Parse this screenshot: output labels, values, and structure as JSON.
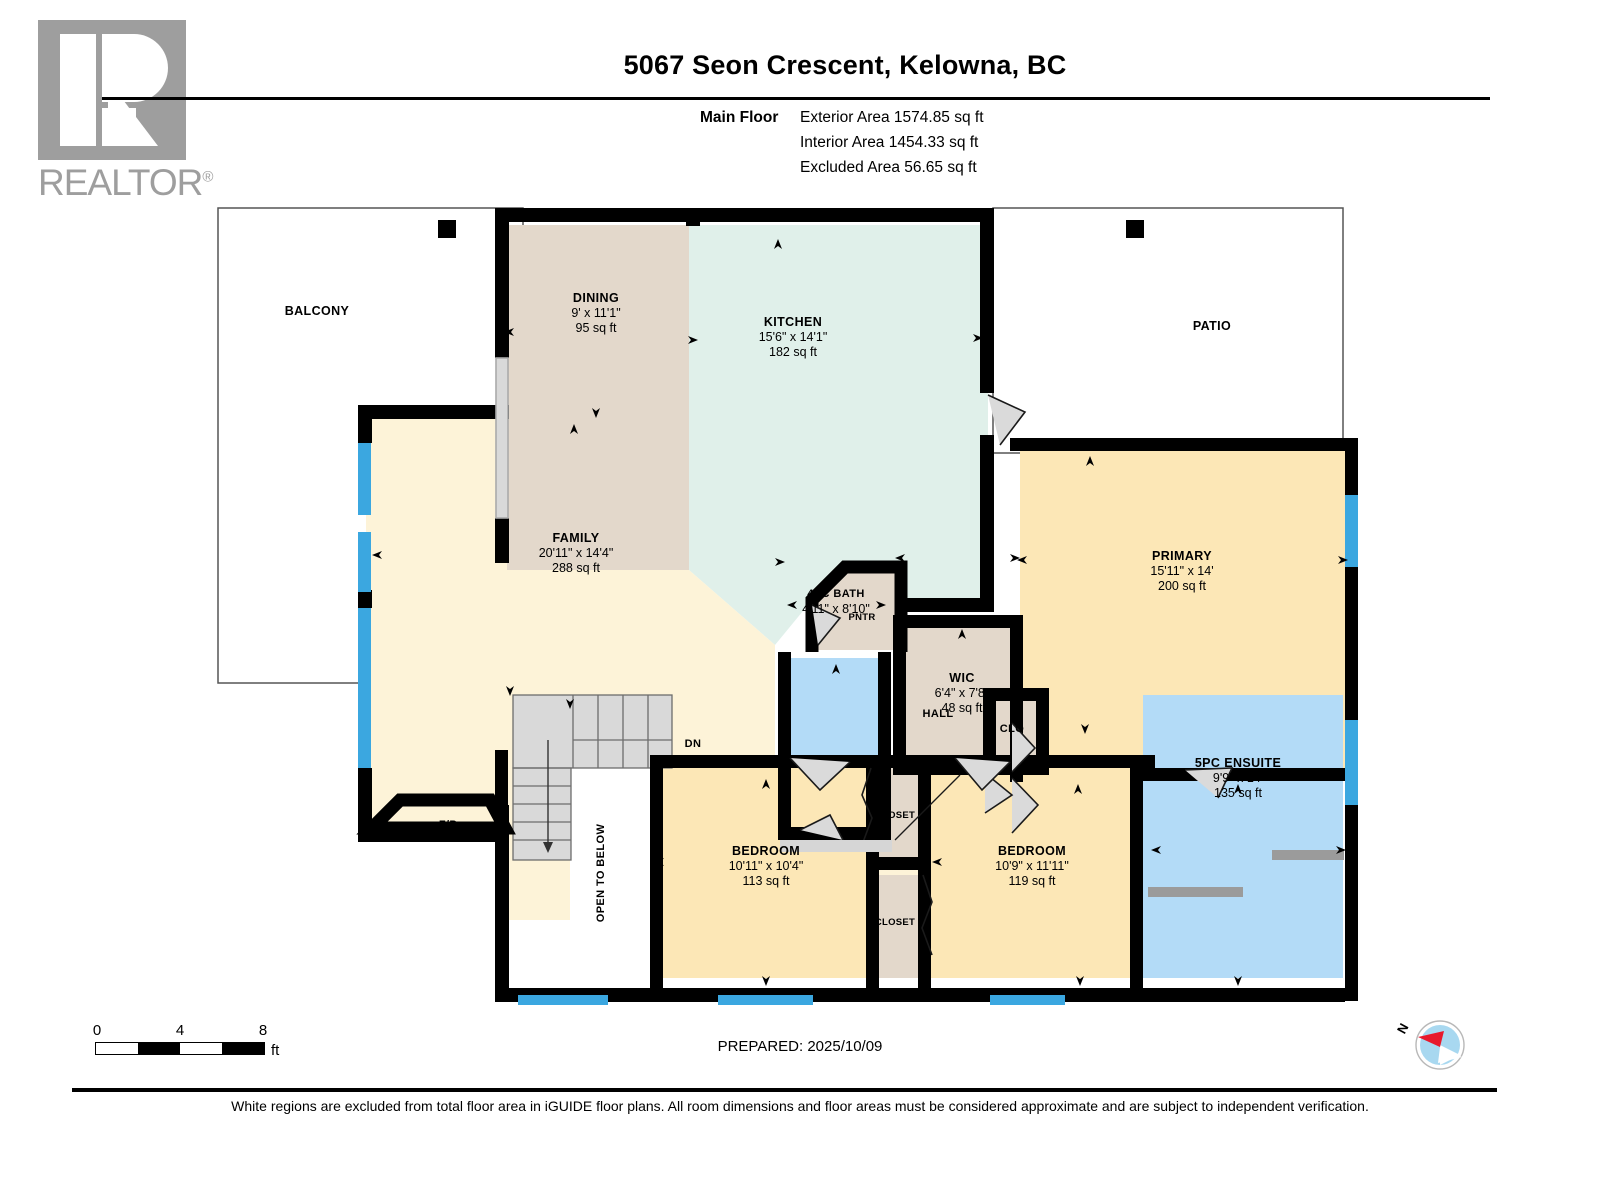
{
  "header": {
    "logo_text": "REALTOR",
    "logo_sup": "®",
    "title": "5067 Seon Crescent, Kelowna, BC",
    "floor_label": "Main Floor",
    "areas": [
      {
        "label": "Main Floor",
        "value": "Exterior Area 1574.85 sq ft"
      },
      {
        "label": "",
        "value": "Interior Area 1454.33 sq ft"
      },
      {
        "label": "",
        "value": "Excluded Area 56.65 sq ft"
      }
    ]
  },
  "footer": {
    "scale": {
      "ticks": [
        "0",
        "4",
        "8"
      ],
      "unit": "ft"
    },
    "prepared": "PREPARED: 2025/10/09",
    "compass_label": "N",
    "disclaimer": "White regions are excluded from total floor area in iGUIDE floor plans. All room dimensions and floor areas must be considered approximate and are subject to independent verification."
  },
  "colors": {
    "wall": "#000000",
    "living": "#fdf3d8",
    "bedroom": "#fce7b6",
    "bath": "#b3dbf7",
    "kitchen": "#e0f0ea",
    "closet": "#e3d8cb",
    "stairs": "#d9d9d9",
    "window": "#3ba7e0",
    "excluded": "#ffffff",
    "logo_gray": "#9e9e9e",
    "compass_red": "#e8192c",
    "compass_blue": "#a8d8f0"
  },
  "rooms": [
    {
      "id": "balcony",
      "name": "BALCONY",
      "dims": "",
      "area": "",
      "fill": "excluded"
    },
    {
      "id": "patio",
      "name": "PATIO",
      "dims": "",
      "area": "",
      "fill": "excluded"
    },
    {
      "id": "dining",
      "name": "DINING",
      "dims": "9' x 11'1\"",
      "area": "95 sq ft",
      "fill": "closet"
    },
    {
      "id": "kitchen",
      "name": "KITCHEN",
      "dims": "15'6\" x 14'1\"",
      "area": "182 sq ft",
      "fill": "kitchen"
    },
    {
      "id": "family",
      "name": "FAMILY",
      "dims": "20'11\" x 14'4\"",
      "area": "288 sq ft",
      "fill": "living"
    },
    {
      "id": "pntr",
      "name": "PNTR",
      "dims": "",
      "area": "",
      "fill": "closet"
    },
    {
      "id": "bath4pc",
      "name": "4PC BATH",
      "dims": "4'11\" x 8'10\"",
      "area": "",
      "fill": "bath"
    },
    {
      "id": "wic",
      "name": "WIC",
      "dims": "6'4\" x 7'8\"",
      "area": "48 sq ft",
      "fill": "closet"
    },
    {
      "id": "primary",
      "name": "PRIMARY",
      "dims": "15'11\" x 14'",
      "area": "200 sq ft",
      "fill": "bedroom"
    },
    {
      "id": "ensuite",
      "name": "5PC ENSUITE",
      "dims": "9'9\" x 14'",
      "area": "135 sq ft",
      "fill": "bath"
    },
    {
      "id": "bedroom1",
      "name": "BEDROOM",
      "dims": "10'11\" x 10'4\"",
      "area": "113 sq ft",
      "fill": "bedroom"
    },
    {
      "id": "bedroom2",
      "name": "BEDROOM",
      "dims": "10'9\" x 11'11\"",
      "area": "119 sq ft",
      "fill": "bedroom"
    },
    {
      "id": "hall",
      "name": "HALL",
      "dims": "",
      "area": "",
      "fill": "living"
    },
    {
      "id": "clo",
      "name": "CLO",
      "dims": "",
      "area": "",
      "fill": "closet"
    },
    {
      "id": "closet1",
      "name": "CLOSET",
      "dims": "",
      "area": "",
      "fill": "closet"
    },
    {
      "id": "closet2",
      "name": "CLOSET",
      "dims": "",
      "area": "",
      "fill": "closet"
    },
    {
      "id": "fp",
      "name": "F/P",
      "dims": "",
      "area": "",
      "fill": "living"
    },
    {
      "id": "dn",
      "name": "DN",
      "dims": "",
      "area": "",
      "fill": "stairs"
    },
    {
      "id": "open",
      "name": "OPEN TO BELOW",
      "dims": "",
      "area": "",
      "fill": "excluded"
    }
  ]
}
